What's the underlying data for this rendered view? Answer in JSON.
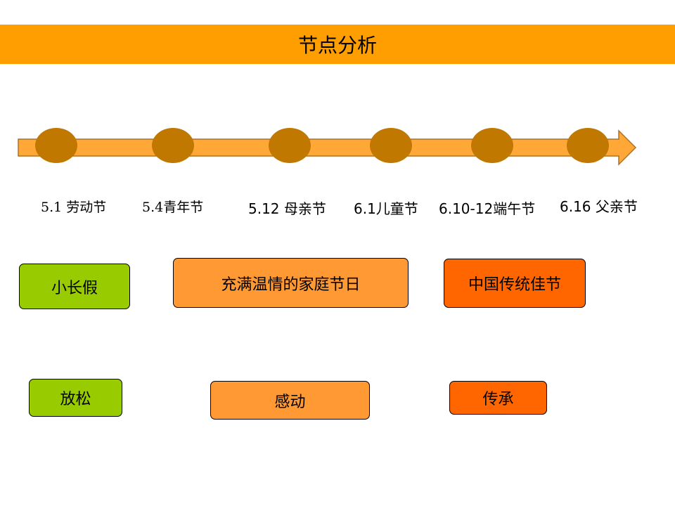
{
  "title": "节点分析",
  "colors": {
    "title_bar": "#FF9E00",
    "timeline_arrow": "#FFA837",
    "node": "#C07800",
    "group_green": "#99CC00",
    "group_light_orange": "#FF9933",
    "group_dark_orange": "#FF6600"
  },
  "timeline": {
    "nodes": [
      {
        "date": "5.1",
        "label": "5.1 劳动节"
      },
      {
        "date": "5.4",
        "label": "5.4青年节"
      },
      {
        "date": "5.12",
        "label": "5.12 母亲节"
      },
      {
        "date": "6.1",
        "label": "6.1儿童节"
      },
      {
        "date": "6.10-12",
        "label": "6.10-12端午节"
      },
      {
        "date": "6.16",
        "label": "6.16 父亲节"
      }
    ]
  },
  "groups": [
    {
      "theme": "小长假",
      "feeling": "放松"
    },
    {
      "theme": "充满温情的家庭节日",
      "feeling": "感动"
    },
    {
      "theme": "中国传统佳节",
      "feeling": "传承"
    }
  ]
}
